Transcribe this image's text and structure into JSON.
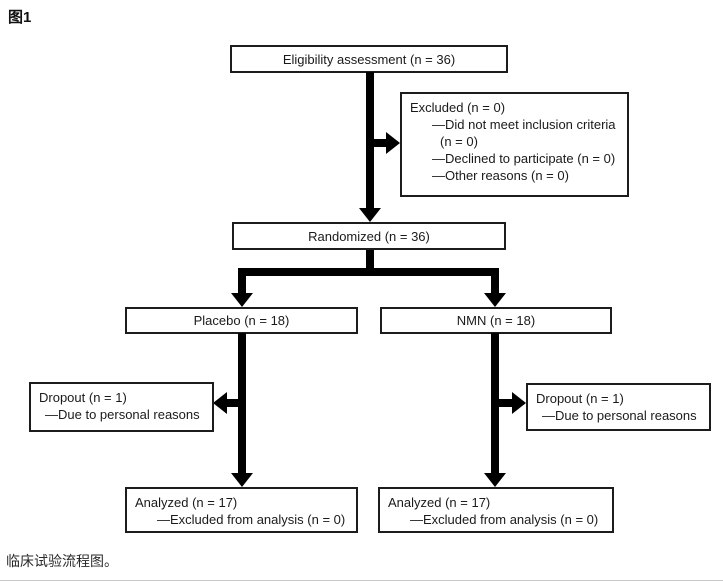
{
  "figure_label": "图1",
  "caption": "临床试验流程图。",
  "colors": {
    "background": "#ffffff",
    "box_border": "#1c1c1c",
    "arrow": "#000000",
    "bottom_rule": "#c9c9c9"
  },
  "boxes": {
    "eligibility": {
      "label": "Eligibility assessment (n = 36)"
    },
    "excluded": {
      "title": "Excluded (n = 0)",
      "lines": [
        "—Did not meet inclusion criteria",
        "(n = 0)",
        "—Declined to participate (n = 0)",
        "—Other reasons (n = 0)"
      ]
    },
    "randomized": {
      "label": "Randomized (n = 36)"
    },
    "placebo": {
      "label": "Placebo (n = 18)"
    },
    "nmn": {
      "label": "NMN (n = 18)"
    },
    "dropout_left": {
      "title": "Dropout (n = 1)",
      "reason": "—Due to personal reasons"
    },
    "dropout_right": {
      "title": "Dropout (n = 1)",
      "reason": "—Due to personal reasons"
    },
    "analyzed_left": {
      "title": "Analyzed (n = 17)",
      "detail": "—Excluded from analysis (n = 0)"
    },
    "analyzed_right": {
      "title": "Analyzed (n = 17)",
      "detail": "—Excluded from analysis (n = 0)"
    }
  }
}
